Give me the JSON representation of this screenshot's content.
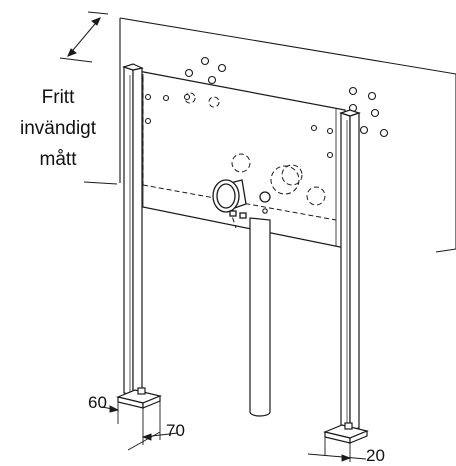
{
  "annotation": {
    "line1": "Fritt",
    "line2": "invändigt",
    "line3": "mått"
  },
  "dimensions": {
    "left_foot_a": "60",
    "left_foot_b": "70",
    "right_foot": "20"
  },
  "colors": {
    "line": "#1a1a1a",
    "panel": "#ffffff"
  }
}
